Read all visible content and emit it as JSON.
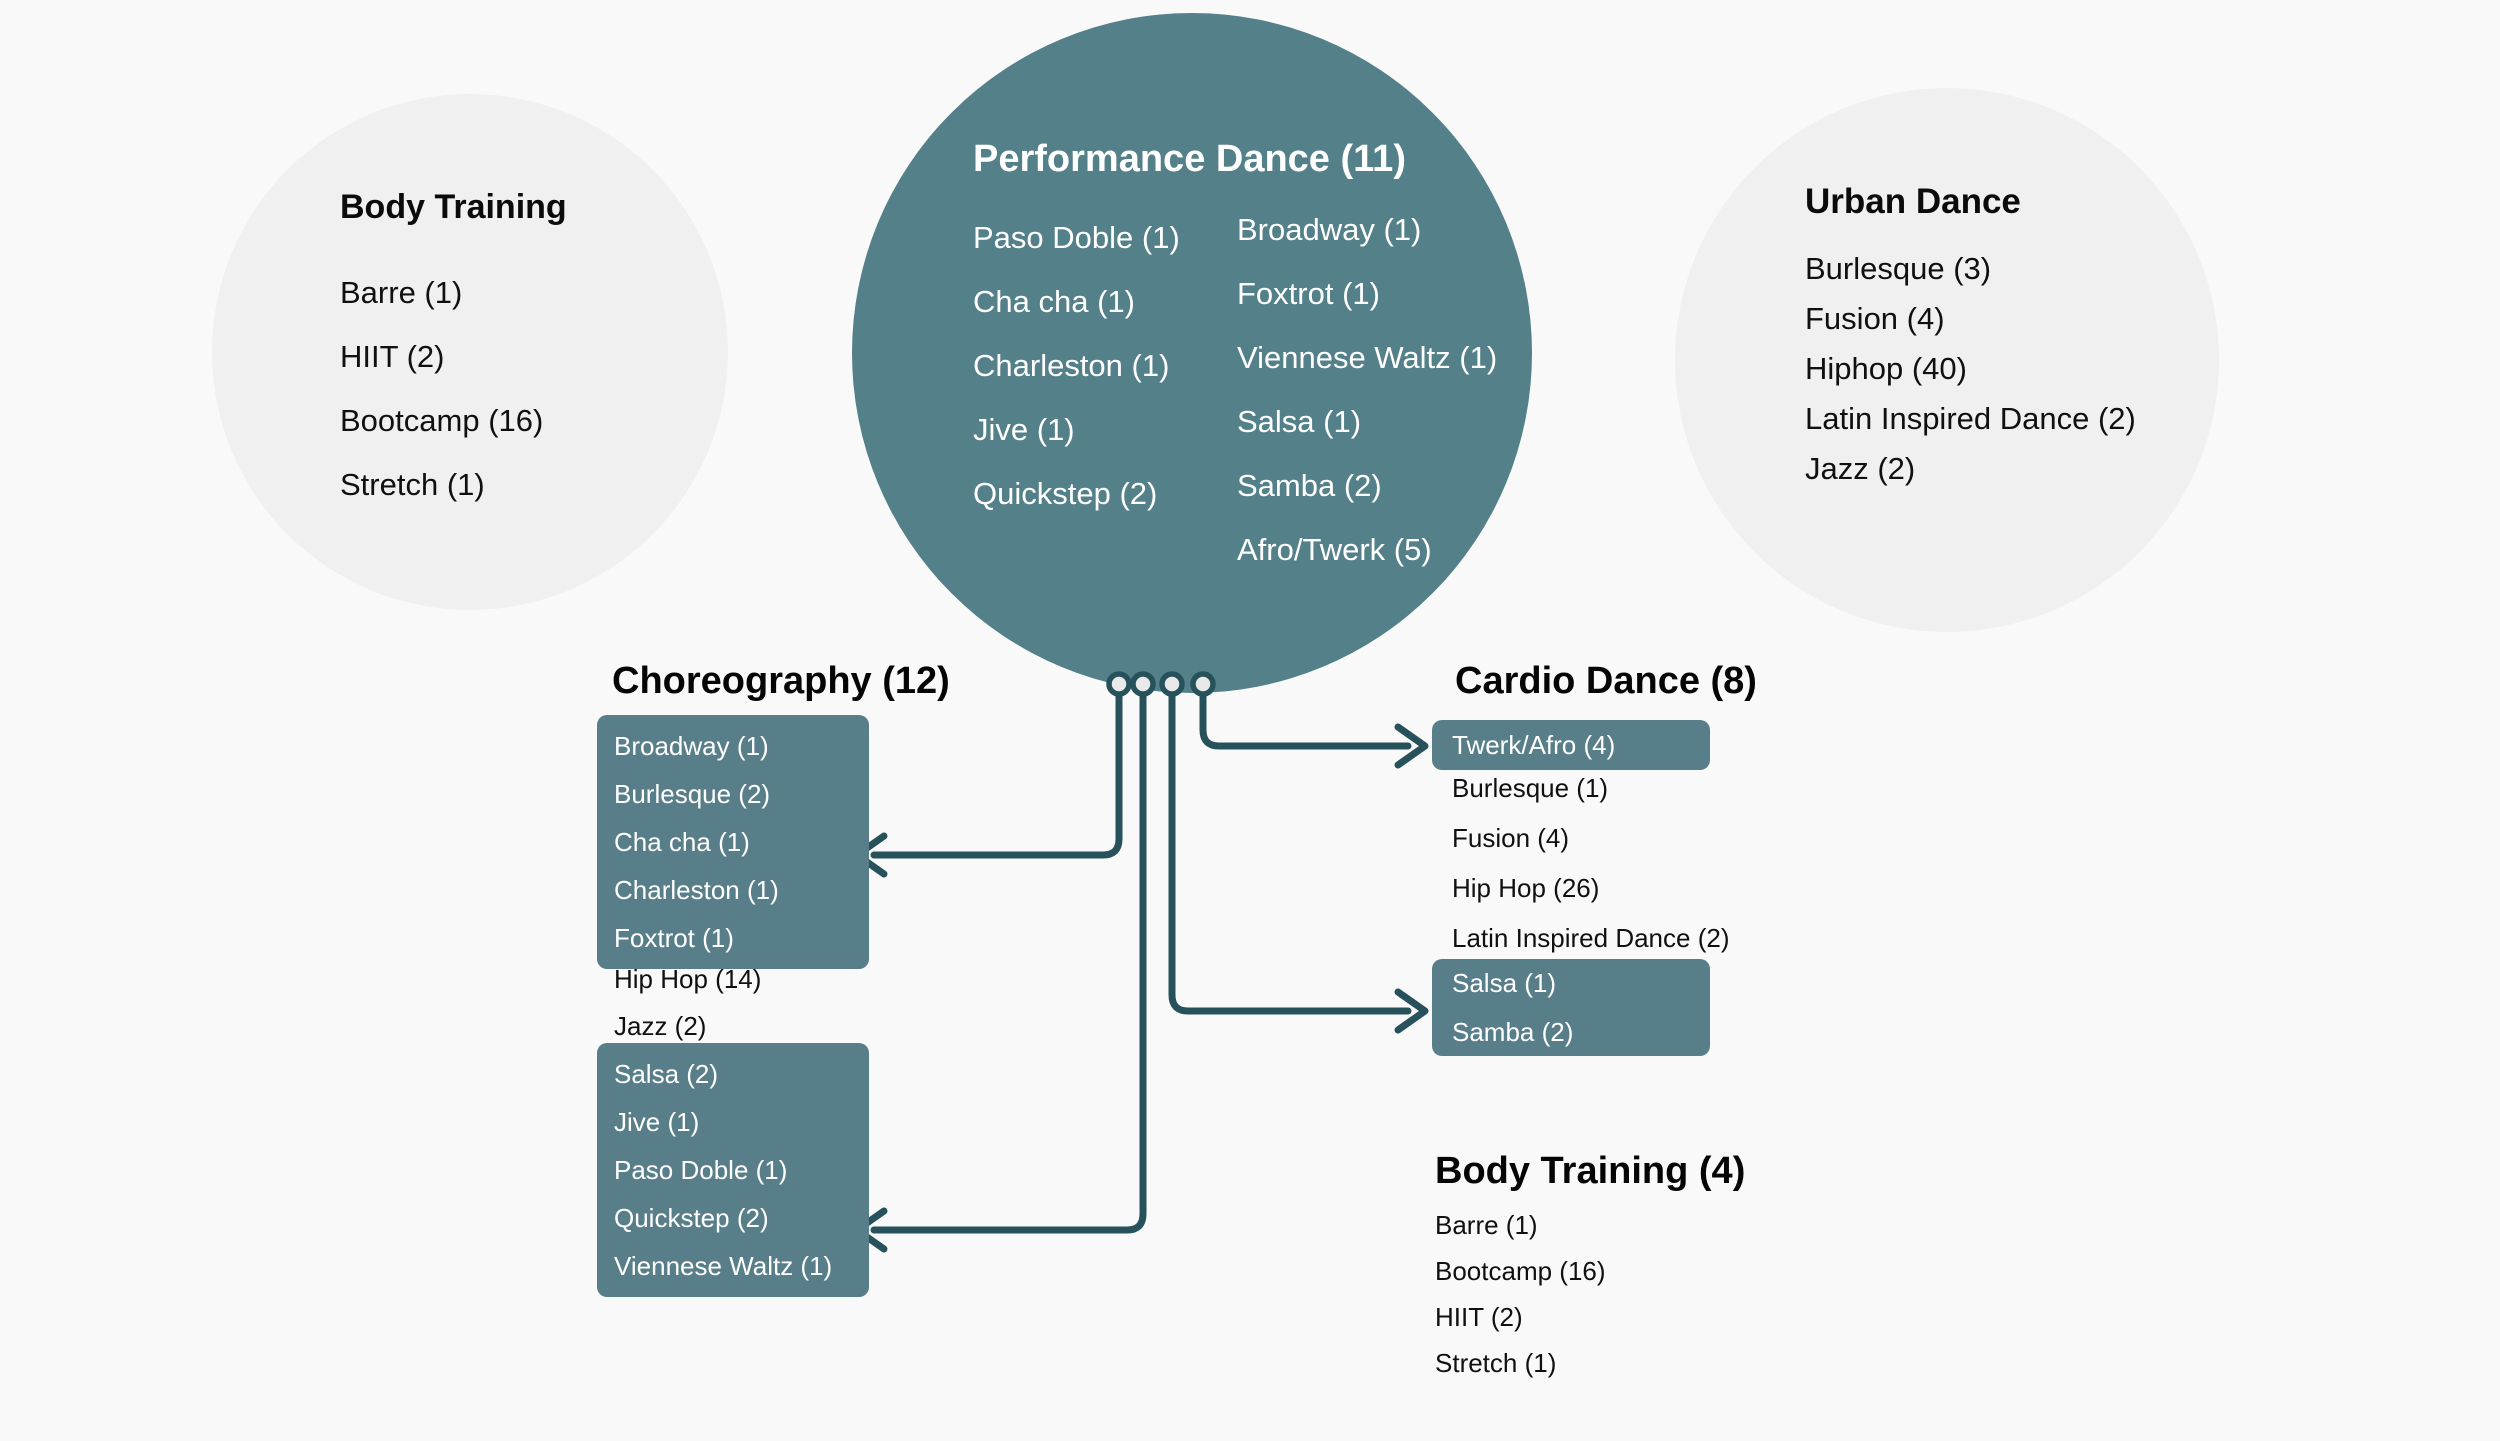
{
  "colors": {
    "background": "#f9f9f9",
    "gray_circle": "#f0f0f0",
    "teal_circle": "#54808a",
    "teal_box": "#587f89",
    "connector": "#27525c",
    "dot_fill": "#e9e9e9",
    "text_dark": "#101010",
    "text_light": "#ffffff"
  },
  "left_circle": {
    "title": "Body Training",
    "items": [
      "Barre (1)",
      "HIIT (2)",
      "Bootcamp (16)",
      "Stretch (1)"
    ]
  },
  "center_circle": {
    "title": "Performance Dance (11)",
    "col1": [
      "Paso Doble (1)",
      "Cha cha (1)",
      "Charleston (1)",
      "Jive (1)",
      "Quickstep (2)"
    ],
    "col2": [
      "Broadway (1)",
      "Foxtrot (1)",
      "Viennese Waltz (1)",
      "Salsa (1)",
      "Samba (2)",
      "Afro/Twerk (5)"
    ]
  },
  "right_circle": {
    "title": "Urban Dance",
    "items": [
      "Burlesque (3)",
      "Fusion (4)",
      "Hiphop (40)",
      "Latin Inspired Dance (2)",
      "Jazz (2)"
    ]
  },
  "choreography": {
    "title": "Choreography (12)",
    "highlight_box_1": [
      "Broadway (1)",
      "Burlesque (2)",
      "Cha cha (1)",
      "Charleston (1)",
      "Foxtrot (1)"
    ],
    "plain_items": [
      "Hip Hop (14)",
      "Jazz (2)"
    ],
    "highlight_box_2": [
      "Salsa (2)",
      "Jive (1)",
      "Paso Doble (1)",
      "Quickstep (2)",
      "Viennese Waltz (1)"
    ]
  },
  "cardio_dance": {
    "title": "Cardio Dance (8)",
    "highlight_box_1": [
      "Twerk/Afro (4)"
    ],
    "plain_items": [
      "Burlesque (1)",
      "Fusion (4)",
      "Hip Hop (26)",
      "Latin Inspired Dance (2)"
    ],
    "highlight_box_2": [
      "Salsa (1)",
      "Samba (2)"
    ]
  },
  "body_training_section": {
    "title": "Body Training (4)",
    "items": [
      "Barre (1)",
      "Bootcamp (16)",
      "HIIT (2)",
      "Stretch (1)"
    ]
  }
}
